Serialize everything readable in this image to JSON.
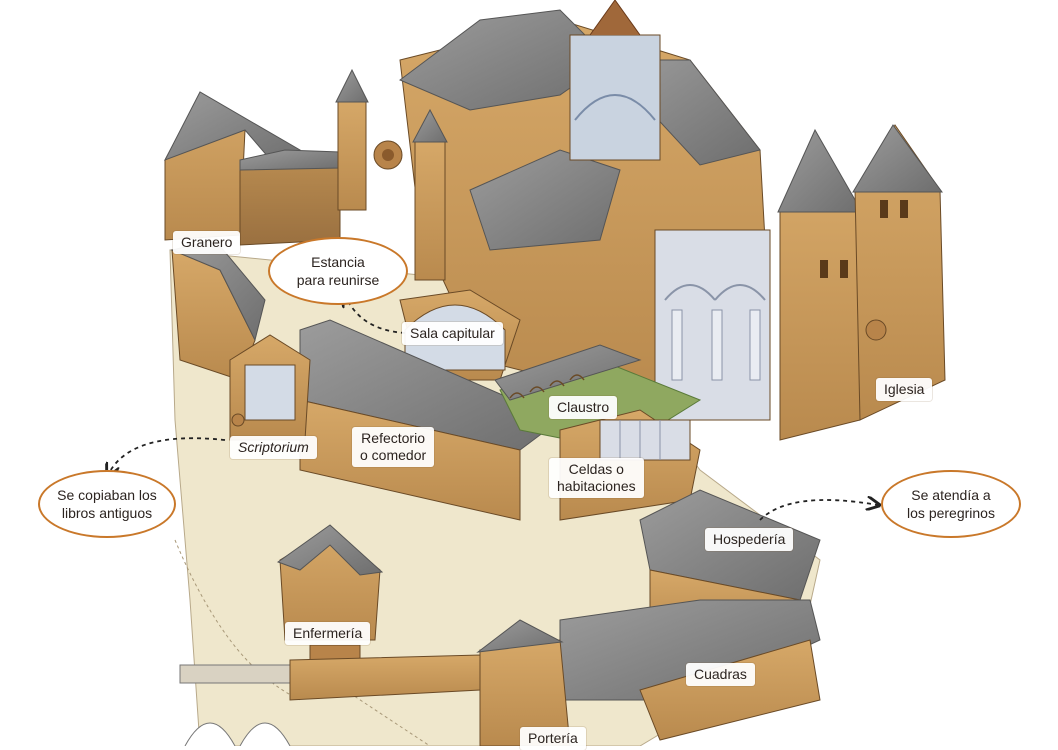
{
  "labels": {
    "granero": "Granero",
    "sala_capitular": "Sala capitular",
    "claustro": "Claustro",
    "iglesia": "Iglesia",
    "scriptorium": "Scriptorium",
    "refectorio": "Refectorio\no comedor",
    "celdas": "Celdas o\nhabitaciones",
    "hospederia": "Hospedería",
    "enfermeria": "Enfermería",
    "cuadras": "Cuadras",
    "porteria": "Portería"
  },
  "callouts": {
    "estancia": "Estancia\npara reunirse",
    "copiaban": "Se copiaban los\nlibros antiguos",
    "atendia": "Se atendía a\nlos peregrinos"
  },
  "colors": {
    "callout_border": "#c9782a",
    "stone": "#c89a5c",
    "roof": "#8a8a8a",
    "cloister_garden": "#8fa860"
  }
}
